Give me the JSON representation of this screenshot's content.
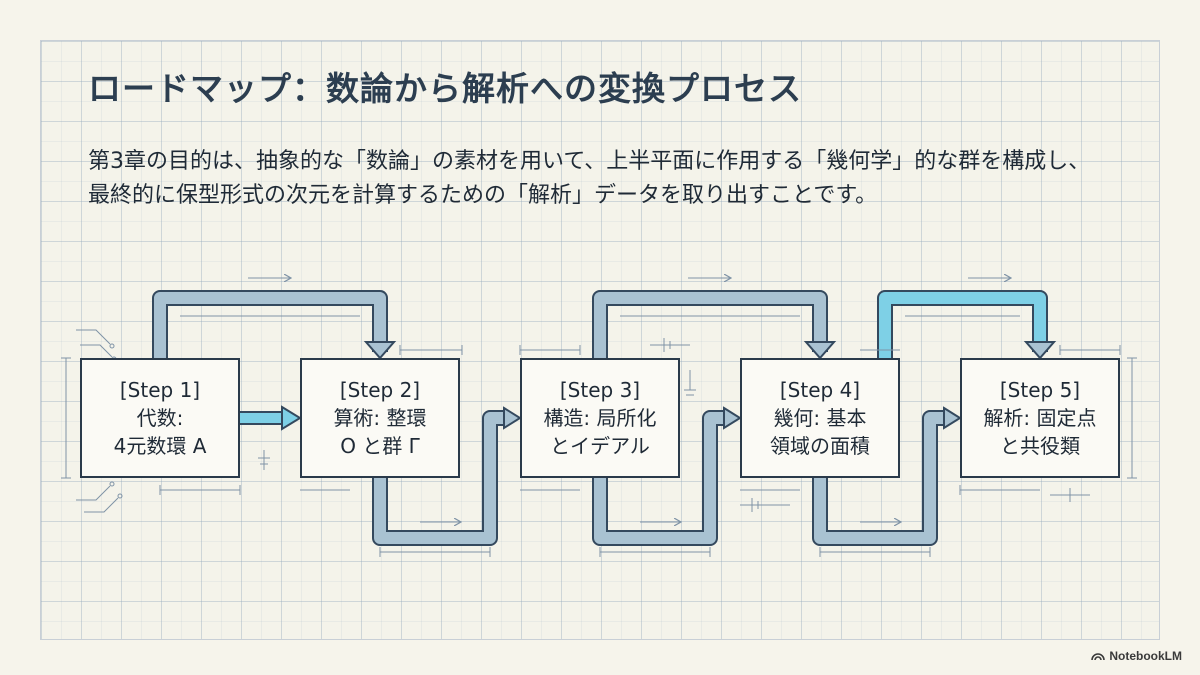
{
  "title": "ロードマップ：数論から解析への変換プロセス",
  "description": "第3章の目的は、抽象的な「数論」の素材を用いて、上半平面に作用する「幾何学」的な群を構成し、最終的に保型形式の次元を計算するための「解析」データを取り出すことです。",
  "steps": [
    {
      "label": "[Step 1]",
      "line1": "代数:",
      "line2": "4元数環 A"
    },
    {
      "label": "[Step 2]",
      "line1": "算術: 整環",
      "line2": "O と群 Γ"
    },
    {
      "label": "[Step 3]",
      "line1": "構造: 局所化",
      "line2": "とイデアル"
    },
    {
      "label": "[Step 4]",
      "line1": "幾何: 基本",
      "line2": "領域の面積"
    },
    {
      "label": "[Step 5]",
      "line1": "解析: 固定点",
      "line2": "と共役類"
    }
  ],
  "brand": "NotebookLM",
  "colors": {
    "title": "#2c3e50",
    "pipe": "#9fb8c8",
    "pipe_accent": "#7ed0e6",
    "box_border": "#2a3a4a"
  }
}
